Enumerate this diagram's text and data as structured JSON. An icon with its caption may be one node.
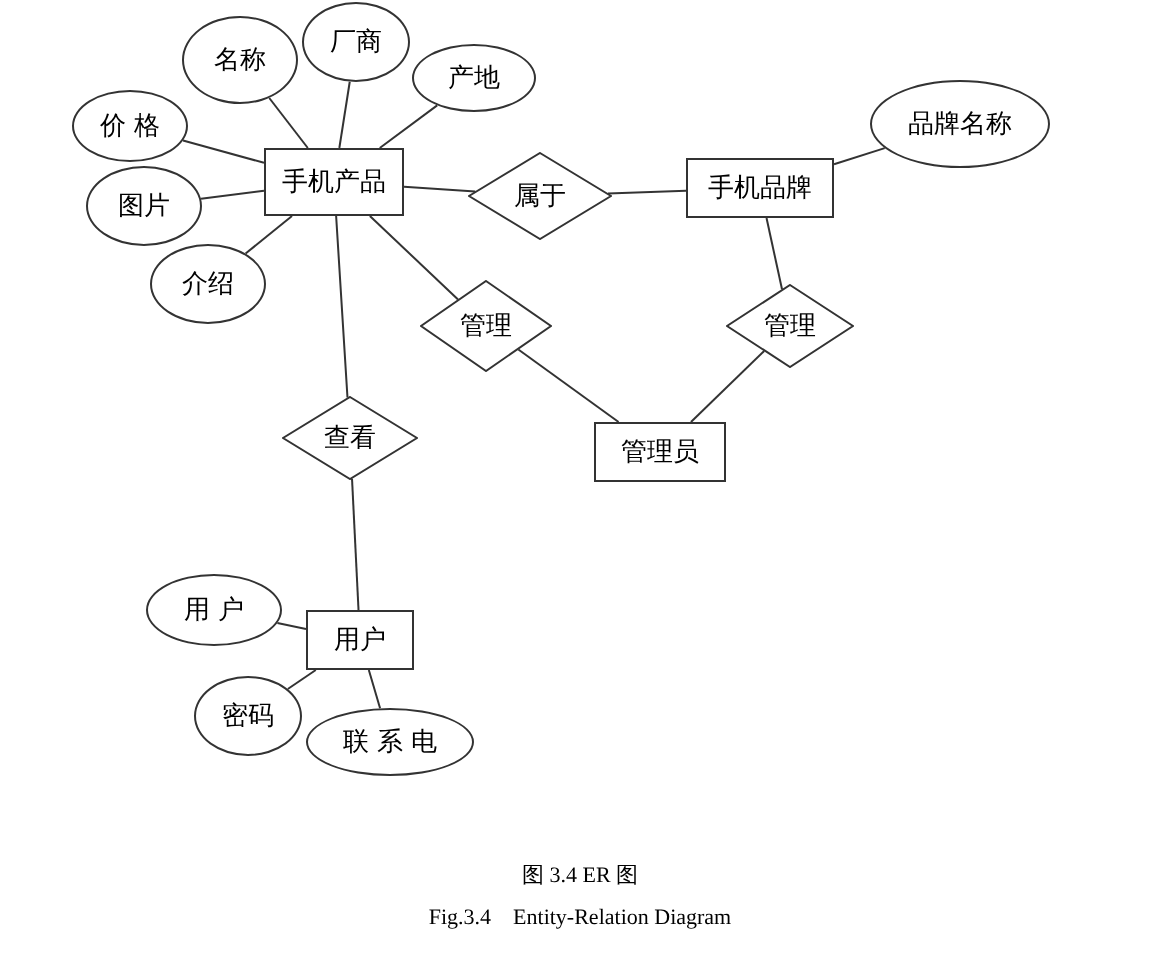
{
  "diagram": {
    "caption": "图 3.4 ER 图",
    "nodes": [
      {
        "text": [
          "手机产品"
        ]
      },
      {
        "text": [
          "名称"
        ]
      },
      {
        "text": [
          "厂商"
        ]
      },
      {
        "text": [
          "产地"
        ]
      },
      {
        "text": [
          "价 格"
        ]
      },
      {
        "text": [
          "图片"
        ]
      },
      {
        "text": [
          "介绍"
        ]
      },
      {
        "text": [
          "属于"
        ]
      },
      {
        "text": [
          "手机品牌"
        ]
      },
      {
        "text": [
          "品牌名称"
        ]
      },
      {
        "text": [
          "管理"
        ]
      },
      {
        "text": [
          "管理"
        ]
      },
      {
        "text": [
          "管理员"
        ]
      },
      {
        "text": [
          "查看"
        ]
      },
      {
        "text": [
          "用户"
        ]
      },
      {
        "text": [
          "用 户"
        ]
      },
      {
        "text": [
          "密码"
        ]
      },
      {
        "text": [
          "联 系 电"
        ]
      }
    ],
    "edges": [
      {
        "from": 1,
        "to": 0,
        "arrow": "none"
      },
      {
        "from": 2,
        "to": 0,
        "arrow": "none"
      },
      {
        "from": 3,
        "to": 0,
        "arrow": "none"
      },
      {
        "from": 4,
        "to": 0,
        "arrow": "none"
      },
      {
        "from": 5,
        "to": 0,
        "arrow": "none"
      },
      {
        "from": 6,
        "to": 0,
        "arrow": "none"
      },
      {
        "from": 0,
        "to": 7,
        "arrow": "none"
      },
      {
        "from": 7,
        "to": 8,
        "arrow": "none"
      },
      {
        "from": 8,
        "to": 9,
        "arrow": "none"
      },
      {
        "from": 0,
        "to": 10,
        "arrow": "none"
      },
      {
        "from": 10,
        "to": 12,
        "arrow": "none"
      },
      {
        "from": 8,
        "to": 11,
        "arrow": "none"
      },
      {
        "from": 11,
        "to": 12,
        "arrow": "none"
      },
      {
        "from": 0,
        "to": 13,
        "arrow": "none"
      },
      {
        "from": 13,
        "to": 14,
        "arrow": "none"
      },
      {
        "from": 15,
        "to": 14,
        "arrow": "none"
      },
      {
        "from": 16,
        "to": 14,
        "arrow": "none"
      },
      {
        "from": 17,
        "to": 14,
        "arrow": "none"
      }
    ],
    "labels": [
      "Fig.3.4    Entity-Relation Diagram"
    ]
  }
}
